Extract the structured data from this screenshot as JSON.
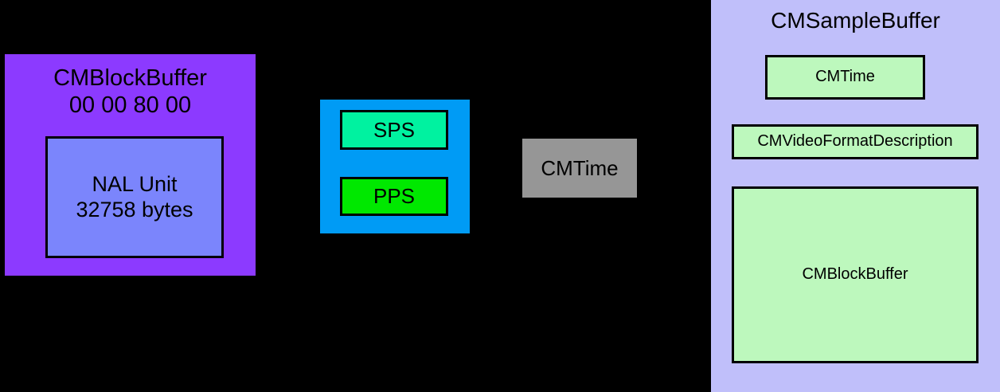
{
  "diagram": {
    "background_color": "#000000",
    "block_buffer_panel": {
      "title": "CMBlockBuffer\n00 00 80 00",
      "color": "#8c3aff",
      "nal_unit": {
        "label": "NAL Unit\n32758 bytes",
        "color": "#7b85fc"
      }
    },
    "parameter_set_panel": {
      "color": "#009bf5",
      "sps": {
        "label": "SPS",
        "color": "#00f2a0"
      },
      "pps": {
        "label": "PPS",
        "color": "#00e800"
      }
    },
    "cmtime_standalone": {
      "label": "CMTime",
      "color": "#969696"
    },
    "sample_buffer_panel": {
      "title": "CMSampleBuffer",
      "color": "#c0bffa",
      "members": [
        {
          "label": "CMTime",
          "color": "#bdf8bd"
        },
        {
          "label": "CMVideoFormatDescription",
          "color": "#bdf8bd"
        },
        {
          "label": "CMBlockBuffer",
          "color": "#bdf8bd"
        }
      ]
    }
  }
}
